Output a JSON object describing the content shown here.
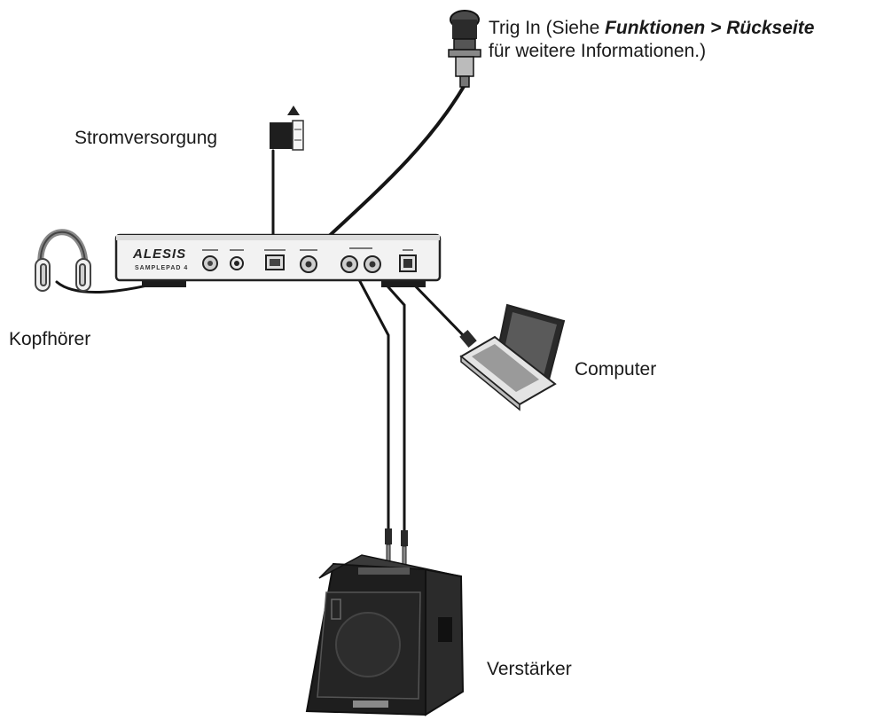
{
  "labels": {
    "trig_in": {
      "prefix": "Trig In (Siehe ",
      "bold_1": "Funktionen",
      "separator": " > ",
      "bold_2": "Rückseite",
      "line2": "für weitere Informationen.)"
    },
    "power": "Stromversorgung",
    "headphones": "Kopfhörer",
    "computer": "Computer",
    "amplifier": "Verstärker"
  },
  "device": {
    "brand": "ALESIS",
    "model": "SAMPLEPAD 4"
  },
  "colors": {
    "ink": "#1a1a1a",
    "cable": "#151515",
    "device_body": "#f2f2f2",
    "amp_body": "#1e1e1e"
  }
}
